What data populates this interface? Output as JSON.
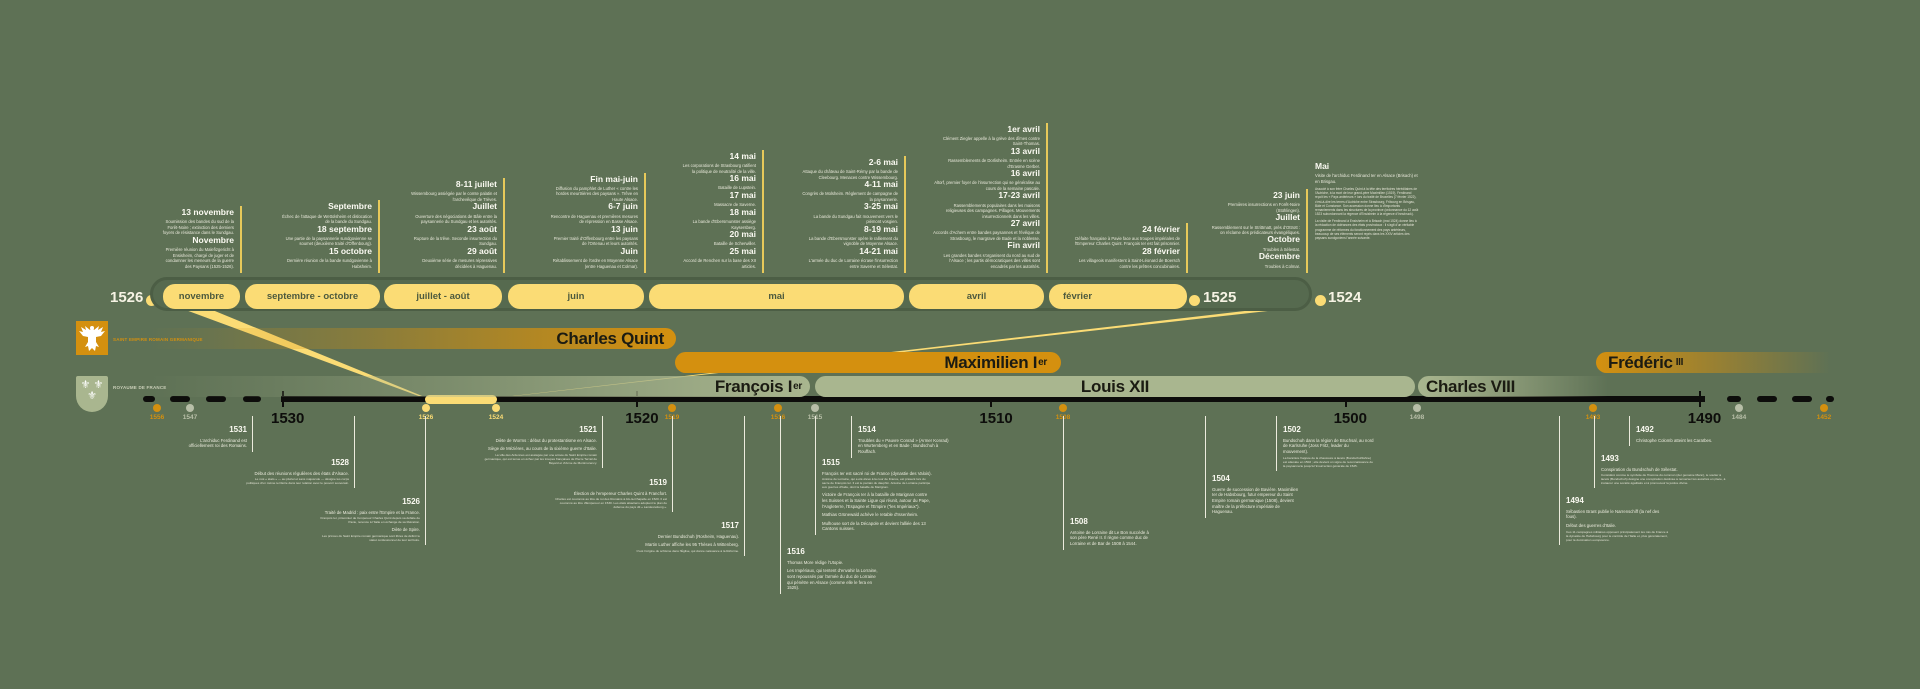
{
  "colors": {
    "background": "#5e7155",
    "focus": "#fbdc75",
    "empire": "#d4900f",
    "france": "#a9b68f",
    "france_marker": "#b8bfa8",
    "axis": "#0d0d0b"
  },
  "top_timeline": {
    "start_year": "1526",
    "months": [
      "novembre",
      "septembre - octobre",
      "juillet - août",
      "juin",
      "mai",
      "avril",
      "février"
    ],
    "mid_year": "1525",
    "end_year": "1524"
  },
  "top_events": [
    {
      "entries": [
        {
          "title": "13 novembre",
          "text": "Soumission des bandes du sud de la Forêt-Noire ; extinction des derniers foyers de résistance dans le Sundgau."
        },
        {
          "title": "Novembre",
          "text": "Première réunion du Malefizgericht à Ensisheim, chargé de juger et de condamner les meneurs de la guerre des Paysans (1525-1526)."
        }
      ]
    },
    {
      "entries": [
        {
          "title": "Septembre",
          "text": "Échec de l'attaque de Wettolsheim et dislocation de la bande du Sundgau."
        },
        {
          "title": "18 septembre",
          "text": "Une partie de la paysannerie sundgovienne se soumet (deuxième traité d'Offenbourg)."
        },
        {
          "title": "15 octobre",
          "text": "Dernière réunion de la bande sundgovienne à Habsheim."
        }
      ]
    },
    {
      "entries": [
        {
          "title": "8-11 juillet",
          "text": "Wissembourg assiégée par le comte palatin et l'archevêque de Trèves."
        },
        {
          "title": "Juillet",
          "text": "Ouverture des négociations de Bâle entre la paysannerie du Sundgau et les autorités."
        },
        {
          "title": "23 août",
          "text": "Rupture de la trêve. Seconde insurrection du Sundgau."
        },
        {
          "title": "29 août",
          "text": "Deuxième série de mesures répressives décidées à Haguenau."
        }
      ]
    },
    {
      "entries": [
        {
          "title": "Fin mai-juin",
          "text": "Diffusion du pamphlet de Luther « contre les hordes meurtrières des paysans ». Trêve en Haute Alsace."
        },
        {
          "title": "6-7 juin",
          "text": "Rencontre de Haguenau et premières mesures de répression en Basse Alsace."
        },
        {
          "title": "13 juin",
          "text": "Premier traité d'Offenbourg entre les paysans de l'Ortenau et leurs autorités."
        },
        {
          "title": "Juin",
          "text": "Rétablissement de l'ordre en Moyenne Alsace (entre Haguenau et Colmar)."
        }
      ]
    },
    {
      "entries": [
        {
          "title": "14 mai",
          "text": "Les corporations de Strasbourg ratifient la politique de neutralité de la ville."
        },
        {
          "title": "16 mai",
          "text": "Bataille de Lupstein."
        },
        {
          "title": "17 mai",
          "text": "Massacre de Saverne."
        },
        {
          "title": "18 mai",
          "text": "La bande d'Ebersmunster assiège Kaysersberg."
        },
        {
          "title": "20 mai",
          "text": "Bataille de Scherwiller."
        },
        {
          "title": "25 mai",
          "text": "Accord de Renchen sur la base des XII articles."
        }
      ]
    },
    {
      "entries": [
        {
          "title": "2-6 mai",
          "text": "Attaque du château de Saint-Rémy par la bande de Cleebourg. Menaces contre Wissembourg."
        },
        {
          "title": "4-11 mai",
          "text": "Congrès de Molsheim. Règlement de campagne de la paysannerie."
        },
        {
          "title": "3-25 mai",
          "text": "La bande du Sundgau fait mouvement vers le piémont vosgien."
        },
        {
          "title": "8-19 mai",
          "text": "La bande d'Ebersmunster opère le ralliement du vignoble de Moyenne Alsace."
        },
        {
          "title": "14-21 mai",
          "text": "L'armée du duc de Lorraine écrase l'insurrection entre Saverne et Sélestat."
        }
      ]
    },
    {
      "entries": [
        {
          "title": "1er avril",
          "text": "Clément Ziegler appelle à la grève des dîmes contre Saint-Thomas."
        },
        {
          "title": "13 avril",
          "text": "Rassemblements de Dorlisheim. Entrée en scène d'Erasme Gerber."
        },
        {
          "title": "16 avril",
          "text": "Altorf, premier foyer de l'insurrection qui se généralise au cours de la semaine pascale."
        },
        {
          "title": "17-23 avril",
          "text": "Rassemblements populaires dans les maisons religieuses des campagnes. Pillages. Mouvements insurrectionnels dans les villes."
        },
        {
          "title": "27 avril",
          "text": "Accords d'Achern entre bandes paysannes et l'évêque de Strasbourg, le margrave de Bade et la noblesse."
        },
        {
          "title": "Fin avril",
          "text": "Les grandes bandes s'organisent du nord au sud de l'Alsace ; les partis démocratiques des villes sont encadrés par les autorités."
        }
      ]
    },
    {
      "entries": [
        {
          "title": "24 février",
          "text": "Défaite française à Pavie face aux troupes impériales de l'Empereur Charles Quint. François Ier est fait prisonnier."
        },
        {
          "title": "28 février",
          "text": "Les villageois manifestent à Saint-Léonard de Boersch contre les prêtres concubinaires."
        }
      ]
    },
    {
      "entries": [
        {
          "title": "23 juin",
          "text": "Premières insurrections en Forêt-Noire (Stühlingen)."
        },
        {
          "title": "Juillet",
          "text": "Rassemblement sur le Strittmatt, près d'Ottrott : on réclame des prédicateurs évangéliques."
        },
        {
          "title": "Octobre",
          "text": "Troubles à Sélestat."
        },
        {
          "title": "Décembre",
          "text": "Troubles à Colmar."
        }
      ]
    },
    {
      "entries": [
        {
          "title": "Mai",
          "text": "Visite de l'archiduc Ferdinand Ier en Alsace (Brisach) et en Brisgau.",
          "details": [
            "Associé à son frère Charles Quint à la tête des territoires héréditaires de l'Autriche, à la mort de leur grand-père Maximilien (1519), Ferdinand reçoit les « Pays antérieurs » lors du traité de Bruxelles (7 février 1522), c'est-à-dire les terres d'Autriche entre Strasbourg, Fribourg en Brisgau, Bâle et Constance. Son accession donne lieu à d'importants remaniements dans les structures de la province (ordonnance du 12 août 1523 subordonnant la régence d'Ensisheim à la régence d'Innsbruck).",
            "La visite de Ferdinand à Ensisheim et à Brisach (mai 1524) donne lieu à la rédaction de doléances des états provinciaux : il s'agit d'un véritable programme de réformes du fonctionnement des pays antérieurs, beaucoup de ses éléments seront repris dans les XXIV articles des paysans sundgoviens l'année suivante."
          ]
        }
      ]
    }
  ],
  "realms": {
    "empire": {
      "label": "SAINT EMPIRE ROMAIN GERMANIQUE",
      "emblem": "eagle-icon",
      "rulers": [
        {
          "name": "Charles Quint",
          "suffix": ""
        },
        {
          "name": "Maximilien I",
          "suffix": "er"
        },
        {
          "name": "Frédéric",
          "suffix": "III"
        }
      ]
    },
    "france": {
      "label": "ROYAUME DE FRANCE",
      "emblem": "fleur-de-lis-icon",
      "rulers": [
        {
          "name": "François I",
          "suffix": "er"
        },
        {
          "name": "Louis XII",
          "suffix": ""
        },
        {
          "name": "Charles VIII",
          "suffix": ""
        }
      ]
    }
  },
  "axis": {
    "major_years": [
      "1530",
      "1520",
      "1510",
      "1500",
      "1490"
    ],
    "markers": [
      {
        "year": "1556",
        "kind": "empire"
      },
      {
        "year": "1547",
        "kind": "france"
      },
      {
        "year": "1526",
        "kind": "focus"
      },
      {
        "year": "1524",
        "kind": "focus"
      },
      {
        "year": "1519",
        "kind": "empire"
      },
      {
        "year": "1516",
        "kind": "empire"
      },
      {
        "year": "1515",
        "kind": "france"
      },
      {
        "year": "1508",
        "kind": "empire"
      },
      {
        "year": "1498",
        "kind": "france"
      },
      {
        "year": "1493",
        "kind": "empire"
      },
      {
        "year": "1484",
        "kind": "france"
      },
      {
        "year": "1452",
        "kind": "empire"
      }
    ]
  },
  "bottom_events": [
    {
      "year": "1531",
      "items": [
        {
          "text": "L'archiduc Ferdinand est officiellement roi des Romains."
        }
      ]
    },
    {
      "year": "1528",
      "items": [
        {
          "text": "Début des réunions régulières des états d'Alsace.",
          "detail": "Le mot « états » — au pluriel et sans majuscule — désigne les corps politiques d'un même territoire dans leur relation avec le pouvoir souverain."
        }
      ]
    },
    {
      "year": "1526",
      "items": [
        {
          "text": "Traité de Madrid : paix entre l'Empire et la France.",
          "detail": "François Ier, prisonnier de l'empereur Charles Quint depuis sa défaite de Pavie, renonce à l'Italie en échange de sa libération."
        },
        {
          "text": "Diète de Spire.",
          "detail": "Les princes du Saint Empire romain germanique sont libres de définir le statut confessionnel de leur territoire."
        }
      ]
    },
    {
      "year": "1521",
      "items": [
        {
          "text": "Diète de Worms : début du protestantisme en Alsace."
        },
        {
          "text": "Siège de Mézières, au cours de la sixième guerre d'Italie.",
          "detail": "La ville des Ardennes est assiégée par une armée du Saint Empire romain germanique, qui est tenue en échec par les troupes françaises de Pierre Terrail de Bayard et d'Anne de Montmorency."
        }
      ]
    },
    {
      "year": "1519",
      "items": [
        {
          "text": "Élection de l'empereur Charles Quint à Francfort.",
          "detail": "Charles est couronné au titre de roi des Romains à Aix-la-Chapelle en 1520. Il est couronné au titre d'Empereur en 1530. Les états alsaciens adoptent le plan de défense du pays dit « Landesrettung »."
        }
      ]
    },
    {
      "year": "1517",
      "items": [
        {
          "text": "Dernier Bundschuh (Rosheim, Haguenau)."
        },
        {
          "text": "Martin Luther affiche les 95 Thèses à Wittenberg.",
          "detail": "C'est l'origine du schisme dans l'Église, qui donne naissance à la Réforme."
        }
      ]
    },
    {
      "year": "1516",
      "items": [
        {
          "text": "Thomas More rédige l'Utopie."
        },
        {
          "text": "Les Impériaux, qui tentent d'envahir la Lorraine, sont repoussés par l'armée du duc de Lorraine qui pénètre en Alsace (comme elle le fera en 1525)."
        }
      ]
    },
    {
      "year": "1515",
      "items": [
        {
          "text": "François Ier est sacré roi de France (dynastie des Valois).",
          "detail": "Antoine de Lorraine, qui a été élevé à la cour de France, est présent lors du sacre de François Ier. Il est le parrain du dauphin. Antoine de Lorraine participe aux guerres d'Italie, dont la bataille de Marignan."
        },
        {
          "text": "Victoire de François Ier à la bataille de Marignan contre les Suisses et la Sainte Ligue qui réunit, autour du Pape, l'Angleterre, l'Espagne et l'Empire (“les Impériaux”)."
        },
        {
          "text": "Mathias Grünewald achève le retable d'Issenheim."
        },
        {
          "text": "Mulhouse sort de la Décapole et devient l'alliée des 13 Cantons suisses."
        }
      ]
    },
    {
      "year": "1514",
      "items": [
        {
          "text": "Troubles du « Pauvre Conrad » (Armer Konrad) en Wurtemberg et en Bade ; Bundschuh à Rouffach."
        }
      ]
    },
    {
      "year": "1508",
      "items": [
        {
          "text": "Antoine de Lorraine dit Le Bon succède à son père René II. Il règne comme duc de Lorraine et de Bar de 1508 à 1544."
        }
      ]
    },
    {
      "year": "1504",
      "items": [
        {
          "text": "Guerre de succession de Bavière. Maximilien Ier de Habsbourg, futur empereur du Saint Empire romain germanique (1508), devient maître de la préfecture impériale de Haguenau."
        }
      ]
    },
    {
      "year": "1502",
      "items": [
        {
          "text": "Bundschuh dans la région de Bruchsal, au nord de Karlsruhe (Joss Fritz, leader du mouvement).",
          "detail": "La bannière frappée de la chaussure à lacets (Bundschuhfahne) est attestée en 1502 ; elle devient un signe de reconnaissance de la paysannerie jusqu'à l'insurrection générale de 1525."
        }
      ]
    },
    {
      "year": "1494",
      "items": [
        {
          "text": "Sébastien Brant publie le Narrenschiff (la nef des fous)."
        },
        {
          "text": "Début des guerres d'Italie.",
          "detail": "Ces 11 campagnes militaires opposent principalement les rois de France à la dynastie de Habsbourg pour le contrôle de l'Italie et, plus généralement, pour la domination européenne."
        }
      ]
    },
    {
      "year": "1493",
      "items": [
        {
          "text": "Conspiration du Bundschuh de Sélestat.",
          "detail": "Considéré comme le symbole de l'homme du commun (der gemeine Mann), le soulier à lacets (Bundschuh) désigne une conspiration destinée à renverser les autorités en place, à instaurer une société égalitaire et à promouvoir la justice divine."
        }
      ]
    },
    {
      "year": "1492",
      "items": [
        {
          "text": "Christophe Colomb atteint les Caraïbes."
        }
      ]
    }
  ]
}
